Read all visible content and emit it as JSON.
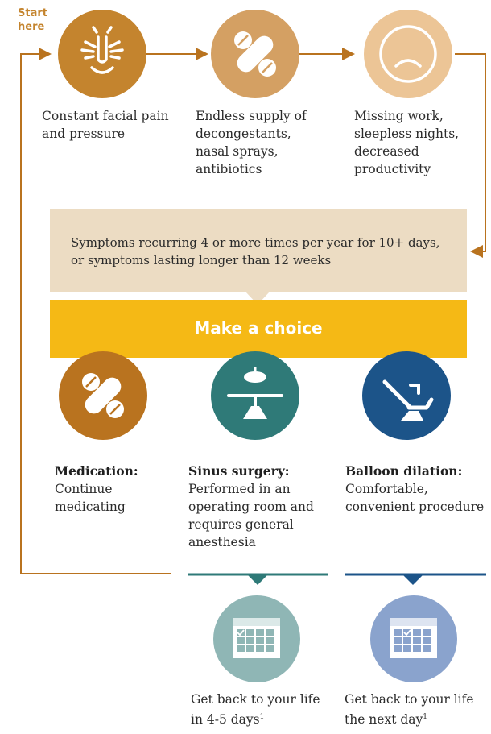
{
  "start_label": "Start here",
  "top_steps": [
    {
      "icon": "pain-face-icon",
      "color": "#c4842e",
      "caption": "Constant facial pain and pressure"
    },
    {
      "icon": "pills-icon",
      "color": "#d4a063",
      "caption": "Endless supply of decongestants, nasal sprays, antibiotics"
    },
    {
      "icon": "sad-face-icon",
      "color": "#ecc596",
      "caption": "Missing work, sleepless nights, decreased productivity"
    }
  ],
  "symptoms_box": {
    "text": "Symptoms recurring 4 or more times per year for 10+ days, or symptoms lasting longer than 12 weeks",
    "color": "#ecdcc3"
  },
  "choice_band": {
    "title": "Make a choice",
    "color": "#f5b915"
  },
  "options": [
    {
      "icon": "pills-icon",
      "color": "#b9731f",
      "title": "Medication:",
      "text": "Continue medicating"
    },
    {
      "icon": "surgery-light-icon",
      "color": "#2f7a78",
      "title": "Sinus surgery:",
      "text": "Performed in an operating room and requires general anesthesia"
    },
    {
      "icon": "dental-chair-icon",
      "color": "#1c5489",
      "title": "Balloon dilation:",
      "text": "Comfortable, convenient procedure"
    }
  ],
  "outcomes": [
    {
      "icon": "calendar-icon",
      "color": "#8fb6b5",
      "text": "Get back to your life in 4-5 days",
      "footnote": "1"
    },
    {
      "icon": "calendar-icon",
      "color": "#8aa3cd",
      "text": "Get back to your life the next day",
      "footnote": "1"
    }
  ],
  "colors": {
    "arrow": "#b9731f",
    "teal_line": "#2f7a78",
    "blue_line": "#1c5489"
  }
}
